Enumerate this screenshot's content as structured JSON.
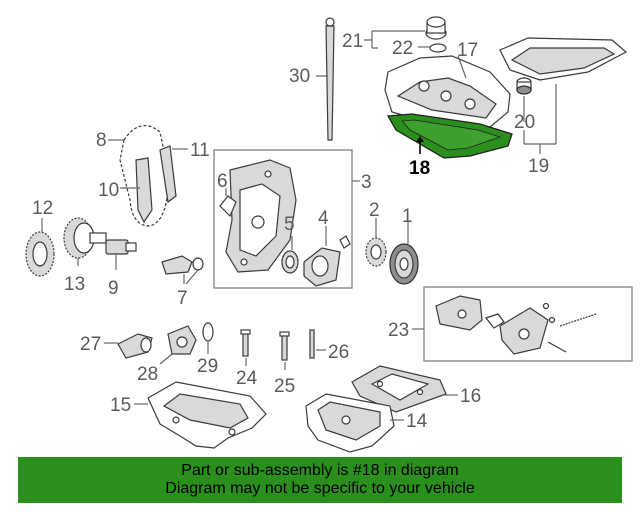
{
  "diagram": {
    "callouts": {
      "c1": "1",
      "c2": "2",
      "c3": "3",
      "c4": "4",
      "c5": "5",
      "c6": "6",
      "c7": "7",
      "c8": "8",
      "c9": "9",
      "c10": "10",
      "c11": "11",
      "c12": "12",
      "c13": "13",
      "c14": "14",
      "c15": "15",
      "c16": "16",
      "c17": "17",
      "c18": "18",
      "c19": "19",
      "c20": "20",
      "c21": "21",
      "c22": "22",
      "c23": "23",
      "c24": "24",
      "c25": "25",
      "c26": "26",
      "c27": "27",
      "c28": "28",
      "c29": "29",
      "c30": "30"
    },
    "highlighted_part": "18",
    "highlight_color": "#2b8f1e"
  },
  "banner": {
    "line1": "Part or sub-assembly is #18 in diagram",
    "line2": "Diagram may not be specific to your vehicle",
    "background": "#2b8f1e"
  }
}
